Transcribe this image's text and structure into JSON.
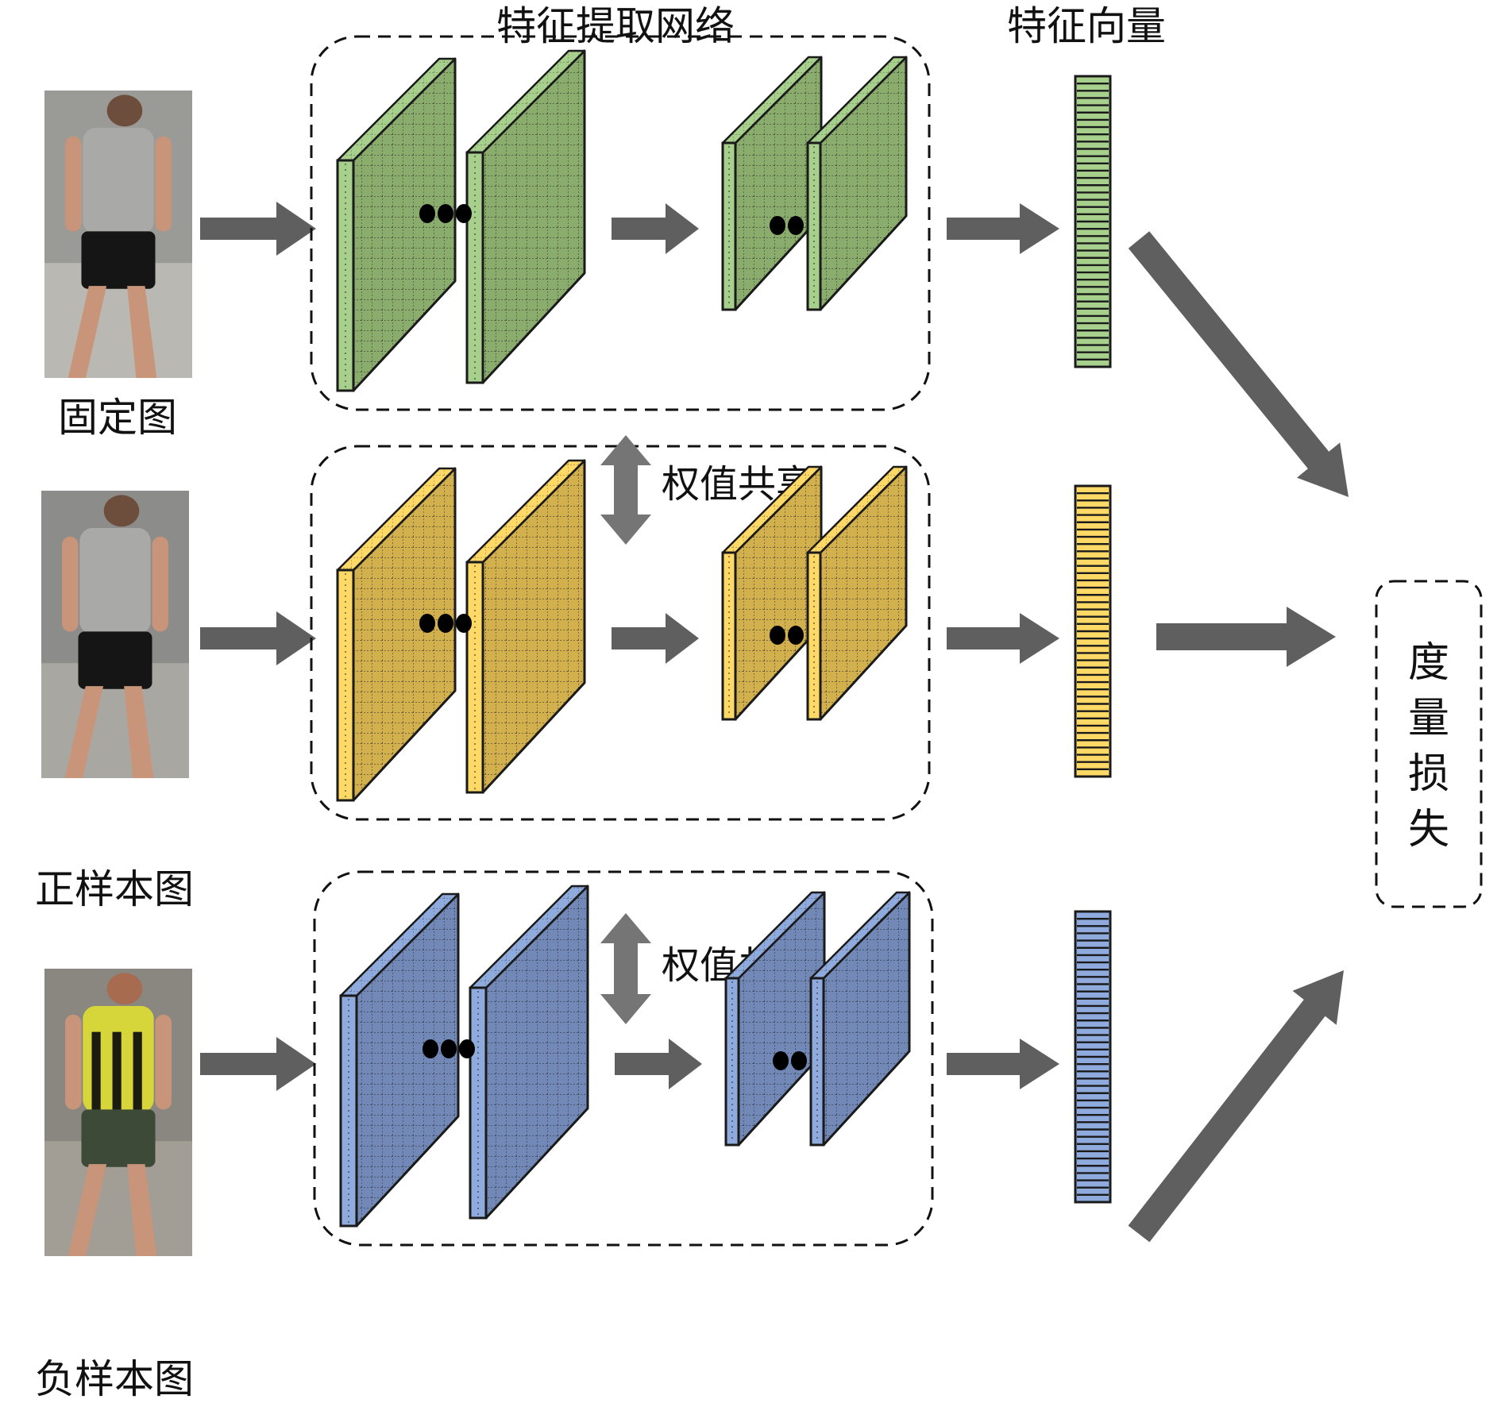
{
  "headers": {
    "network": "特征提取网络",
    "vector": "特征向量"
  },
  "weight_sharing": [
    "权值共享",
    "权值共享"
  ],
  "loss": {
    "chars": [
      "度",
      "量",
      "损",
      "失"
    ]
  },
  "rows": [
    {
      "id": "anchor",
      "label": "固定图",
      "color": "#8aad6e",
      "light": "#a8d08d",
      "vector_color": "#a8d08d"
    },
    {
      "id": "positive",
      "label": "正样本图",
      "color": "#d1b04d",
      "light": "#ffd966",
      "vector_color": "#ffd966"
    },
    {
      "id": "negative",
      "label": "负样本图",
      "color": "#7289b8",
      "light": "#8faadc",
      "vector_color": "#8faadc"
    }
  ],
  "colors": {
    "arrow": "#5f5f5f",
    "shared_arrow": "#757575",
    "outline": "#1a1a1a"
  },
  "icons": {
    "ellipsis": "dots",
    "person_photo": "person-crop"
  }
}
